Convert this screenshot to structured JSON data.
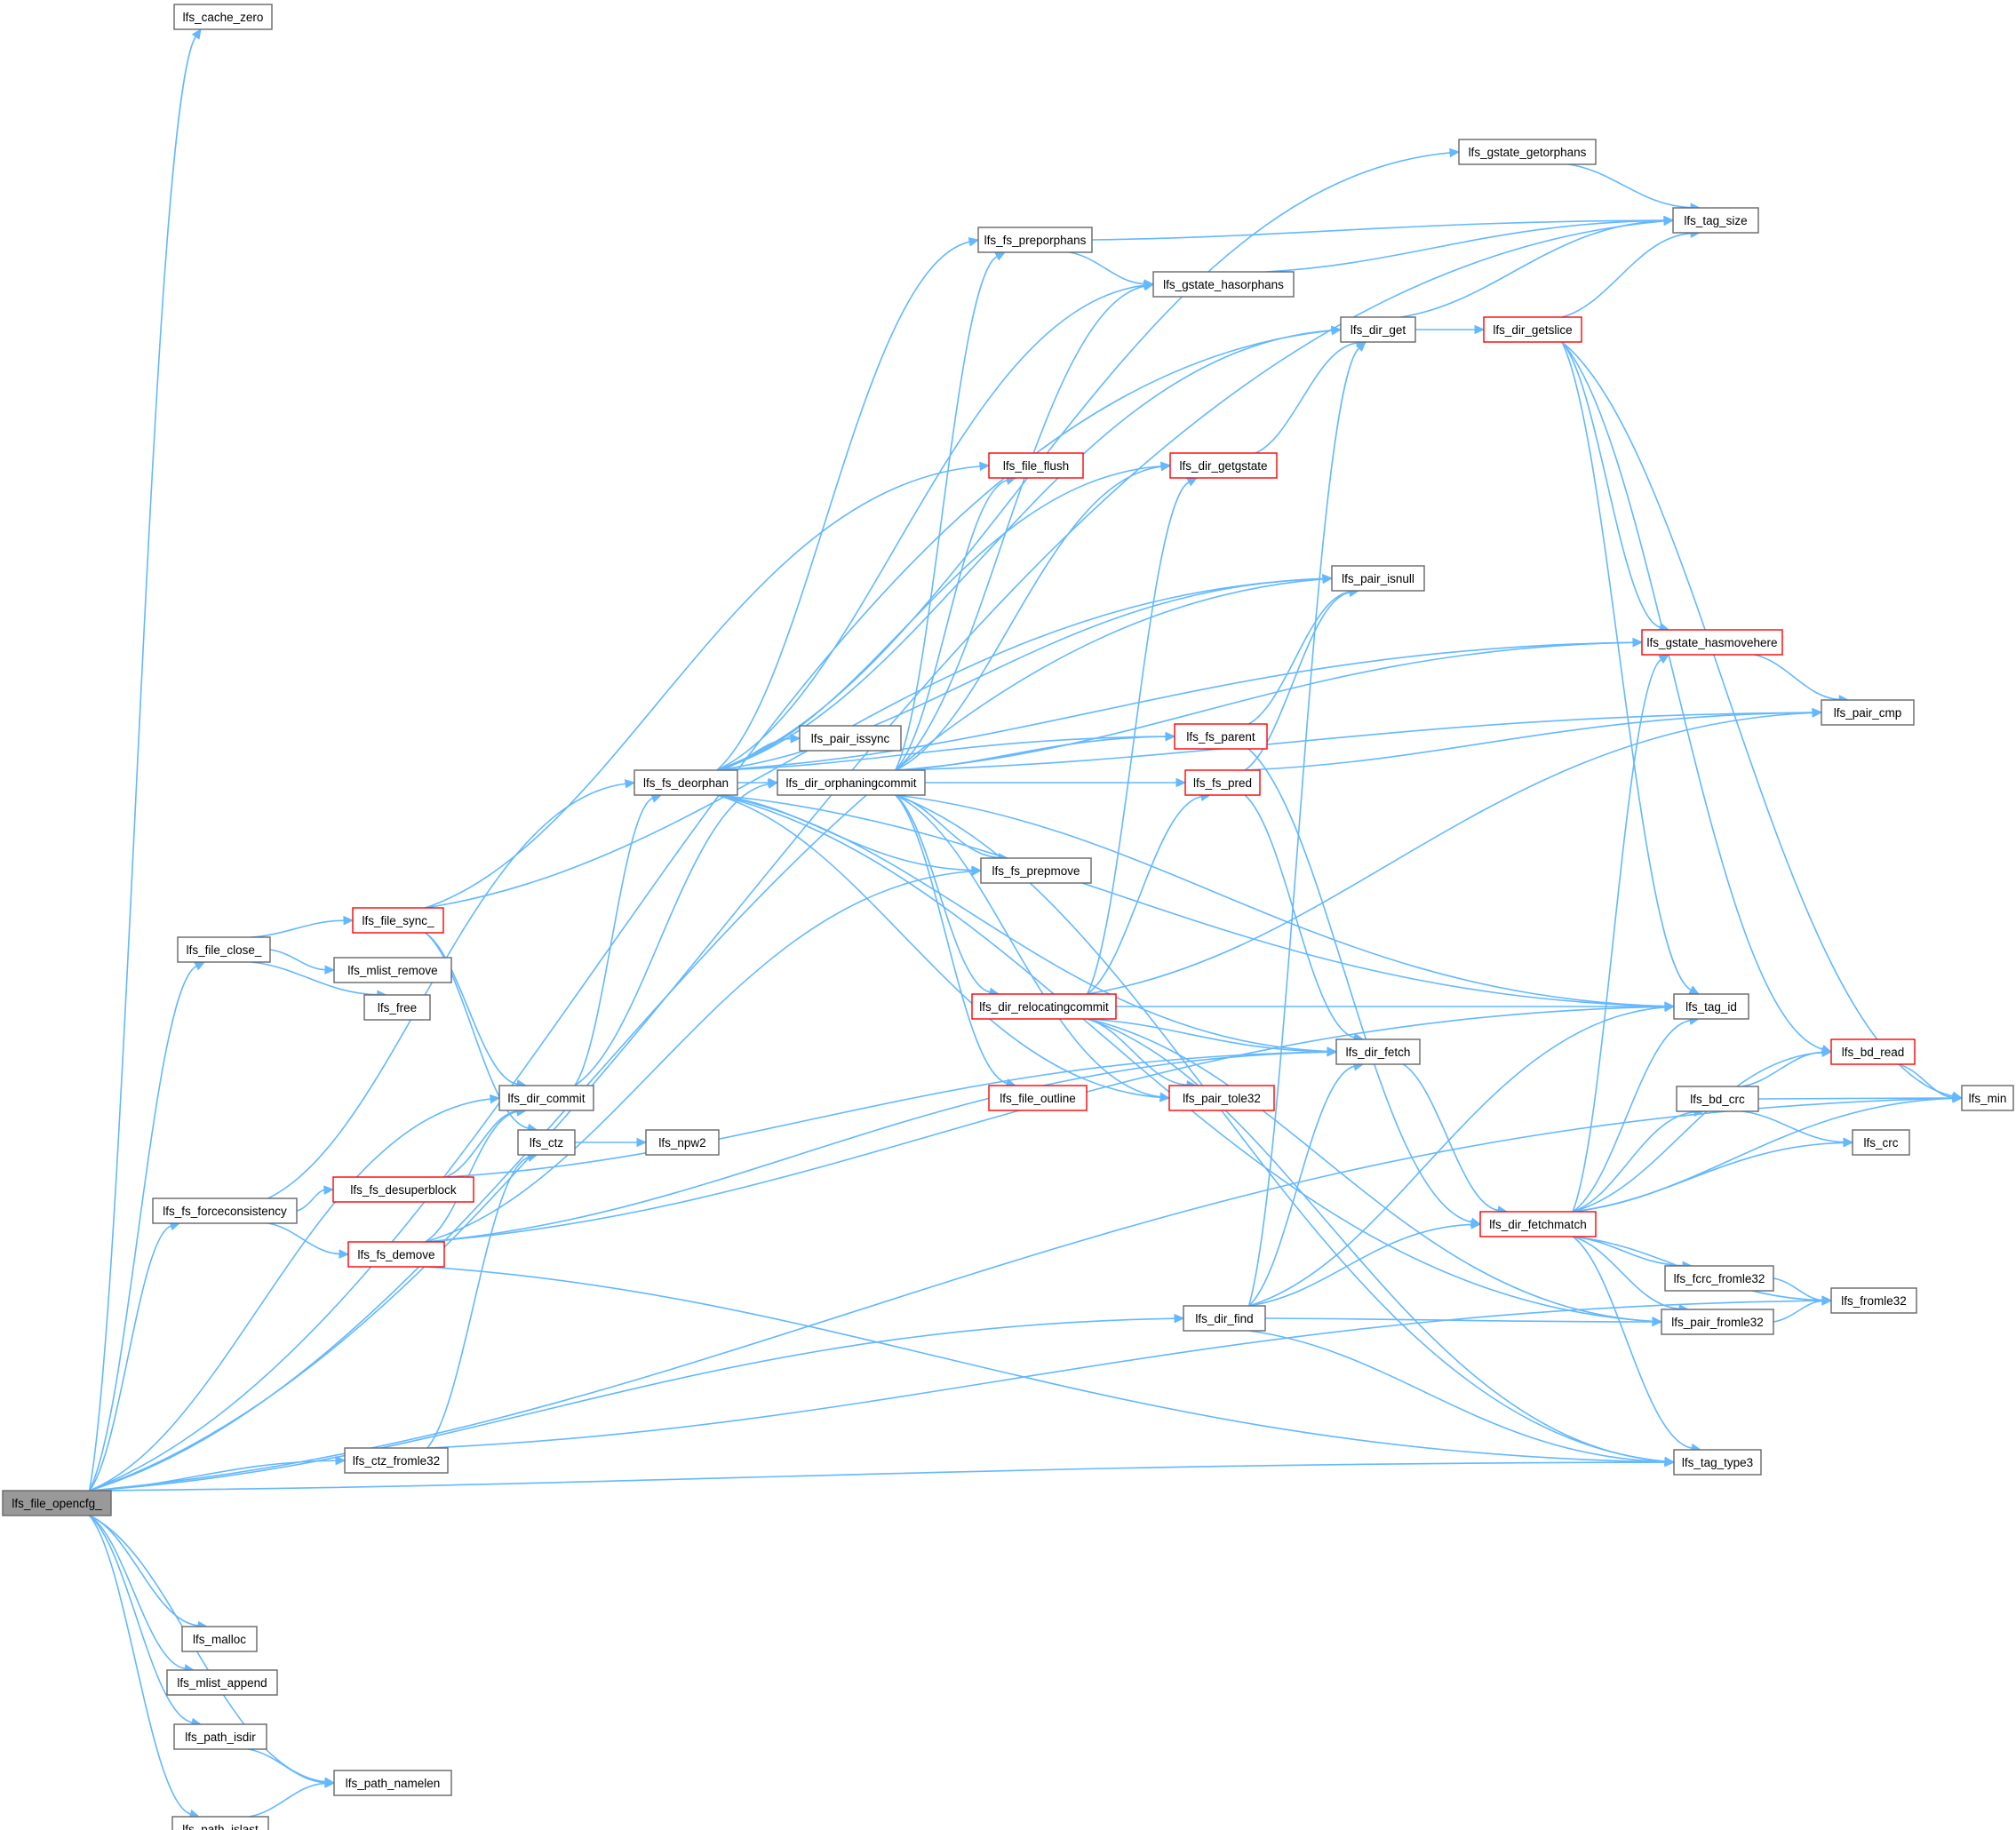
{
  "colors": {
    "edge": "#63b8ff",
    "node_border": "#666666",
    "node_fill": "#ffffff",
    "truncated_border": "#ff0000",
    "root_fill": "#999999"
  },
  "nodes": [
    {
      "id": "opencfg",
      "label": "lfs_file_opencfg_",
      "kind": "root"
    },
    {
      "id": "cache_zero",
      "label": "lfs_cache_zero",
      "kind": "normal"
    },
    {
      "id": "dir_commit",
      "label": "lfs_dir_commit",
      "kind": "normal"
    },
    {
      "id": "ctz",
      "label": "lfs_ctz",
      "kind": "normal"
    },
    {
      "id": "npw2",
      "label": "lfs_npw2",
      "kind": "normal"
    },
    {
      "id": "ctz_fromle32",
      "label": "lfs_ctz_fromle32",
      "kind": "normal"
    },
    {
      "id": "dir_find",
      "label": "lfs_dir_find",
      "kind": "normal"
    },
    {
      "id": "dir_get",
      "label": "lfs_dir_get",
      "kind": "normal"
    },
    {
      "id": "dir_getslice",
      "label": "lfs_dir_getslice",
      "kind": "truncated"
    },
    {
      "id": "dir_fetch",
      "label": "lfs_dir_fetch",
      "kind": "normal"
    },
    {
      "id": "dir_fetchmatch",
      "label": "lfs_dir_fetchmatch",
      "kind": "truncated"
    },
    {
      "id": "bd_crc",
      "label": "lfs_bd_crc",
      "kind": "normal"
    },
    {
      "id": "bd_read",
      "label": "lfs_bd_read",
      "kind": "truncated"
    },
    {
      "id": "min",
      "label": "lfs_min",
      "kind": "normal"
    },
    {
      "id": "crc",
      "label": "lfs_crc",
      "kind": "normal"
    },
    {
      "id": "fcrc_fromle32",
      "label": "lfs_fcrc_fromle32",
      "kind": "normal"
    },
    {
      "id": "fromle32",
      "label": "lfs_fromle32",
      "kind": "normal"
    },
    {
      "id": "pair_fromle32",
      "label": "lfs_pair_fromle32",
      "kind": "normal"
    },
    {
      "id": "tag_type3",
      "label": "lfs_tag_type3",
      "kind": "normal"
    },
    {
      "id": "tag_id",
      "label": "lfs_tag_id",
      "kind": "normal"
    },
    {
      "id": "tag_size",
      "label": "lfs_tag_size",
      "kind": "normal"
    },
    {
      "id": "gstate_hasmovehere",
      "label": "lfs_gstate_hasmovehere",
      "kind": "truncated"
    },
    {
      "id": "pair_cmp",
      "label": "lfs_pair_cmp",
      "kind": "normal"
    },
    {
      "id": "file_close",
      "label": "lfs_file_close_",
      "kind": "normal"
    },
    {
      "id": "file_sync",
      "label": "lfs_file_sync_",
      "kind": "truncated"
    },
    {
      "id": "mlist_remove",
      "label": "lfs_mlist_remove",
      "kind": "normal"
    },
    {
      "id": "free",
      "label": "lfs_free",
      "kind": "normal"
    },
    {
      "id": "fs_forceconsistency",
      "label": "lfs_fs_forceconsistency",
      "kind": "normal"
    },
    {
      "id": "fs_desuperblock",
      "label": "lfs_fs_desuperblock",
      "kind": "truncated"
    },
    {
      "id": "fs_demove",
      "label": "lfs_fs_demove",
      "kind": "truncated"
    },
    {
      "id": "fs_deorphan",
      "label": "lfs_fs_deorphan",
      "kind": "normal"
    },
    {
      "id": "pair_issync",
      "label": "lfs_pair_issync",
      "kind": "normal"
    },
    {
      "id": "dir_orphaningcommit",
      "label": "lfs_dir_orphaningcommit",
      "kind": "normal"
    },
    {
      "id": "gstate_getorphans",
      "label": "lfs_gstate_getorphans",
      "kind": "normal"
    },
    {
      "id": "fs_preporphans",
      "label": "lfs_fs_preporphans",
      "kind": "normal"
    },
    {
      "id": "gstate_hasorphans",
      "label": "lfs_gstate_hasorphans",
      "kind": "normal"
    },
    {
      "id": "file_flush",
      "label": "lfs_file_flush",
      "kind": "truncated"
    },
    {
      "id": "dir_getgstate",
      "label": "lfs_dir_getgstate",
      "kind": "truncated"
    },
    {
      "id": "pair_isnull",
      "label": "lfs_pair_isnull",
      "kind": "normal"
    },
    {
      "id": "fs_parent",
      "label": "lfs_fs_parent",
      "kind": "truncated"
    },
    {
      "id": "fs_pred",
      "label": "lfs_fs_pred",
      "kind": "truncated"
    },
    {
      "id": "fs_prepmove",
      "label": "lfs_fs_prepmove",
      "kind": "normal"
    },
    {
      "id": "dir_relocatingcommit",
      "label": "lfs_dir_relocatingcommit",
      "kind": "truncated"
    },
    {
      "id": "file_outline",
      "label": "lfs_file_outline",
      "kind": "truncated"
    },
    {
      "id": "pair_tole32",
      "label": "lfs_pair_tole32",
      "kind": "truncated"
    },
    {
      "id": "malloc",
      "label": "lfs_malloc",
      "kind": "normal"
    },
    {
      "id": "mlist_append",
      "label": "lfs_mlist_append",
      "kind": "normal"
    },
    {
      "id": "path_isdir",
      "label": "lfs_path_isdir",
      "kind": "normal"
    },
    {
      "id": "path_islast",
      "label": "lfs_path_islast",
      "kind": "normal"
    },
    {
      "id": "path_namelen",
      "label": "lfs_path_namelen",
      "kind": "normal"
    }
  ],
  "edges": [
    [
      "opencfg",
      "cache_zero"
    ],
    [
      "opencfg",
      "tag_size"
    ],
    [
      "opencfg",
      "dir_get"
    ],
    [
      "opencfg",
      "pair_isnull"
    ],
    [
      "opencfg",
      "file_close"
    ],
    [
      "opencfg",
      "dir_commit"
    ],
    [
      "opencfg",
      "fs_forceconsistency"
    ],
    [
      "opencfg",
      "ctz_fromle32"
    ],
    [
      "opencfg",
      "dir_find"
    ],
    [
      "opencfg",
      "tag_type3"
    ],
    [
      "opencfg",
      "min"
    ],
    [
      "opencfg",
      "malloc"
    ],
    [
      "opencfg",
      "mlist_append"
    ],
    [
      "opencfg",
      "path_isdir"
    ],
    [
      "opencfg",
      "path_islast"
    ],
    [
      "opencfg",
      "path_namelen"
    ],
    [
      "file_close",
      "file_sync"
    ],
    [
      "file_close",
      "mlist_remove"
    ],
    [
      "file_close",
      "free"
    ],
    [
      "file_sync",
      "dir_commit"
    ],
    [
      "file_sync",
      "ctz"
    ],
    [
      "file_sync",
      "file_flush"
    ],
    [
      "file_sync",
      "pair_isnull"
    ],
    [
      "dir_commit",
      "fs_deorphan"
    ],
    [
      "dir_commit",
      "dir_orphaningcommit"
    ],
    [
      "ctz",
      "npw2"
    ],
    [
      "ctz_fromle32",
      "ctz"
    ],
    [
      "ctz_fromle32",
      "fromle32"
    ],
    [
      "fs_forceconsistency",
      "fs_desuperblock"
    ],
    [
      "fs_forceconsistency",
      "fs_demove"
    ],
    [
      "fs_forceconsistency",
      "fs_deorphan"
    ],
    [
      "fs_desuperblock",
      "dir_commit"
    ],
    [
      "fs_desuperblock",
      "dir_fetch"
    ],
    [
      "fs_demove",
      "dir_commit"
    ],
    [
      "fs_demove",
      "fs_prepmove"
    ],
    [
      "fs_demove",
      "tag_id"
    ],
    [
      "fs_demove",
      "dir_fetch"
    ],
    [
      "fs_demove",
      "tag_type3"
    ],
    [
      "fs_deorphan",
      "gstate_getorphans"
    ],
    [
      "fs_deorphan",
      "fs_preporphans"
    ],
    [
      "fs_deorphan",
      "gstate_hasorphans"
    ],
    [
      "fs_deorphan",
      "dir_get"
    ],
    [
      "fs_deorphan",
      "gstate_hasmovehere"
    ],
    [
      "fs_deorphan",
      "dir_getgstate"
    ],
    [
      "fs_deorphan",
      "pair_isnull"
    ],
    [
      "fs_deorphan",
      "pair_issync"
    ],
    [
      "fs_deorphan",
      "dir_orphaningcommit"
    ],
    [
      "fs_deorphan",
      "fs_prepmove"
    ],
    [
      "fs_deorphan",
      "fs_parent"
    ],
    [
      "fs_deorphan",
      "tag_id"
    ],
    [
      "fs_deorphan",
      "pair_tole32"
    ],
    [
      "fs_deorphan",
      "dir_fetch"
    ],
    [
      "fs_deorphan",
      "pair_fromle32"
    ],
    [
      "dir_orphaningcommit",
      "fs_preporphans"
    ],
    [
      "dir_orphaningcommit",
      "gstate_hasorphans"
    ],
    [
      "dir_orphaningcommit",
      "dir_getgstate"
    ],
    [
      "dir_orphaningcommit",
      "file_flush"
    ],
    [
      "dir_orphaningcommit",
      "gstate_hasmovehere"
    ],
    [
      "dir_orphaningcommit",
      "pair_cmp"
    ],
    [
      "dir_orphaningcommit",
      "fs_parent"
    ],
    [
      "dir_orphaningcommit",
      "fs_pred"
    ],
    [
      "dir_orphaningcommit",
      "fs_prepmove"
    ],
    [
      "dir_orphaningcommit",
      "dir_relocatingcommit"
    ],
    [
      "dir_orphaningcommit",
      "file_outline"
    ],
    [
      "dir_orphaningcommit",
      "pair_tole32"
    ],
    [
      "dir_orphaningcommit",
      "tag_id"
    ],
    [
      "dir_orphaningcommit",
      "tag_type3"
    ],
    [
      "gstate_getorphans",
      "tag_size"
    ],
    [
      "fs_preporphans",
      "tag_size"
    ],
    [
      "fs_preporphans",
      "gstate_hasorphans"
    ],
    [
      "gstate_hasorphans",
      "tag_size"
    ],
    [
      "dir_get",
      "tag_size"
    ],
    [
      "dir_get",
      "dir_getslice"
    ],
    [
      "dir_getgstate",
      "dir_get"
    ],
    [
      "dir_getslice",
      "tag_size"
    ],
    [
      "dir_getslice",
      "gstate_hasmovehere"
    ],
    [
      "dir_getslice",
      "tag_id"
    ],
    [
      "dir_getslice",
      "bd_read"
    ],
    [
      "dir_getslice",
      "min"
    ],
    [
      "gstate_hasmovehere",
      "pair_cmp"
    ],
    [
      "fs_parent",
      "pair_isnull"
    ],
    [
      "fs_parent",
      "dir_fetchmatch"
    ],
    [
      "fs_pred",
      "pair_isnull"
    ],
    [
      "fs_pred",
      "pair_cmp"
    ],
    [
      "fs_pred",
      "dir_fetch"
    ],
    [
      "dir_relocatingcommit",
      "dir_getgstate"
    ],
    [
      "dir_relocatingcommit",
      "fs_pred"
    ],
    [
      "dir_relocatingcommit",
      "pair_cmp"
    ],
    [
      "dir_relocatingcommit",
      "tag_id"
    ],
    [
      "dir_relocatingcommit",
      "dir_fetch"
    ],
    [
      "dir_relocatingcommit",
      "pair_tole32"
    ],
    [
      "dir_relocatingcommit",
      "pair_fromle32"
    ],
    [
      "dir_relocatingcommit",
      "tag_type3"
    ],
    [
      "dir_fetch",
      "dir_fetchmatch"
    ],
    [
      "dir_fetchmatch",
      "gstate_hasmovehere"
    ],
    [
      "dir_fetchmatch",
      "tag_id"
    ],
    [
      "dir_fetchmatch",
      "bd_read"
    ],
    [
      "dir_fetchmatch",
      "bd_crc"
    ],
    [
      "dir_fetchmatch",
      "crc"
    ],
    [
      "dir_fetchmatch",
      "min"
    ],
    [
      "dir_fetchmatch",
      "fcrc_fromle32"
    ],
    [
      "dir_fetchmatch",
      "fromle32"
    ],
    [
      "dir_fetchmatch",
      "pair_fromle32"
    ],
    [
      "dir_fetchmatch",
      "tag_type3"
    ],
    [
      "bd_crc",
      "bd_read"
    ],
    [
      "bd_crc",
      "min"
    ],
    [
      "bd_crc",
      "crc"
    ],
    [
      "bd_read",
      "min"
    ],
    [
      "fcrc_fromle32",
      "fromle32"
    ],
    [
      "pair_fromle32",
      "fromle32"
    ],
    [
      "dir_find",
      "dir_get"
    ],
    [
      "dir_find",
      "tag_id"
    ],
    [
      "dir_find",
      "dir_fetch"
    ],
    [
      "dir_find",
      "dir_fetchmatch"
    ],
    [
      "dir_find",
      "pair_fromle32"
    ],
    [
      "dir_find",
      "tag_type3"
    ],
    [
      "path_isdir",
      "path_namelen"
    ],
    [
      "path_islast",
      "path_namelen"
    ]
  ]
}
